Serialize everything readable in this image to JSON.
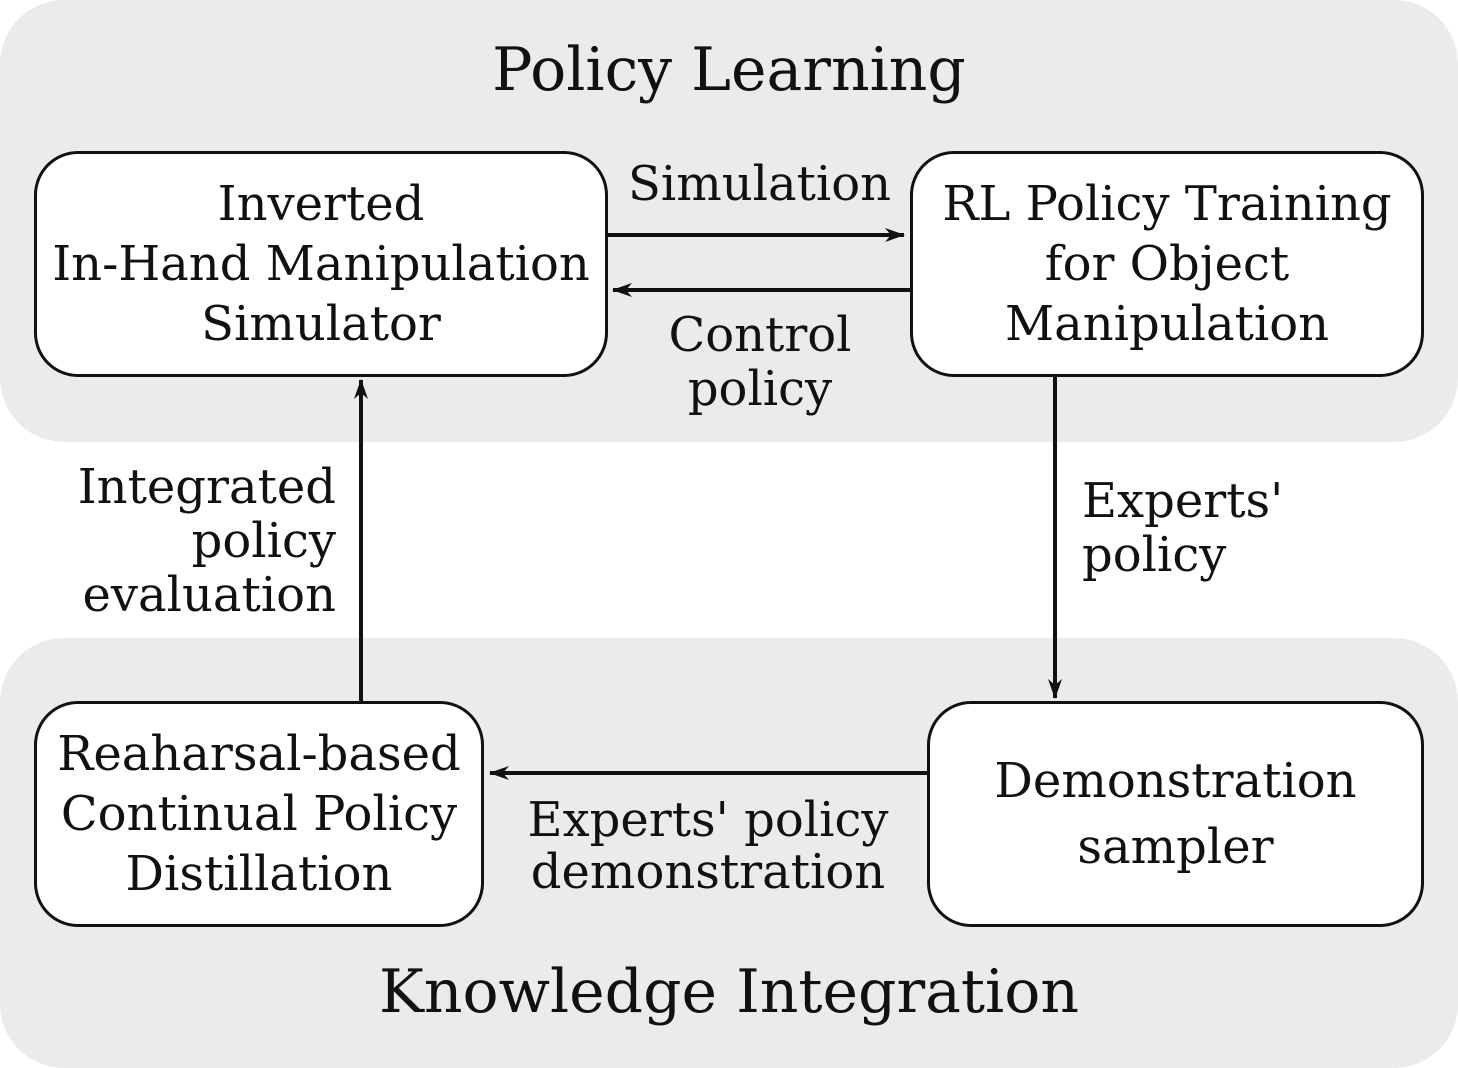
{
  "regions": {
    "top_title": "Policy Learning",
    "bottom_title": "Knowledge Integration"
  },
  "nodes": {
    "simulator": [
      "Inverted",
      "In-Hand Manipulation",
      "Simulator"
    ],
    "rl_training": [
      "RL Policy Training",
      "for Object",
      "Manipulation"
    ],
    "distillation": [
      "Reaharsal-based",
      "Continual Policy",
      "Distillation"
    ],
    "sampler": [
      "Demonstration",
      "sampler"
    ]
  },
  "edges": {
    "simulation": [
      "Simulation"
    ],
    "control_policy": [
      "Control",
      "policy"
    ],
    "integrated_evaluation": [
      "Integrated",
      "policy",
      "evaluation"
    ],
    "experts_policy": [
      "Experts'",
      "policy"
    ],
    "experts_demonstration": [
      "Experts' policy",
      "demonstration"
    ]
  },
  "colors": {
    "region_fill": "#ebebeb",
    "node_fill": "#ffffff",
    "stroke": "#111111"
  }
}
